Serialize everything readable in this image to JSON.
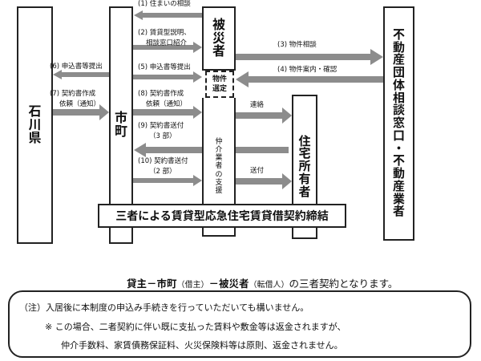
{
  "nodes": {
    "ishikawa": "石川県",
    "shicho": "市町",
    "hisaisha": "被災者",
    "property_selection": [
      "物件",
      "選定"
    ],
    "agent_support": "仲介業者の支援",
    "owner": "住宅所有者",
    "agency": "不動産団体相談窓口・不動産業者"
  },
  "flows": {
    "f1": "(1) 住まいの相談",
    "f2a": "(2) 賃貸型説明、",
    "f2b": "相談窓口紹介",
    "f3": "(3) 物件相談",
    "f4": "(4) 物件案内・確認",
    "f5": "(5) 申込書等提出",
    "f6": "(6) 申込書等提出",
    "f7a": "(7) 契約書作成",
    "f7b": "依頼（通知）",
    "f8a": "(8) 契約書作成",
    "f8b": "依頼（通知）",
    "f9a": "(9) 契約書送付",
    "f9b": "（3 部）",
    "f10a": "(10) 契約書送付",
    "f10b": "（2 部）",
    "contact": "連絡",
    "send": "送付"
  },
  "banner": "三者による賃貸型応急住宅賃貸借契約締結",
  "summary": {
    "landlord": "貸主",
    "dash1": "－",
    "shicho": "市町",
    "shicho_role": "（借主）",
    "dash2": "－",
    "hisaisha": "被災者",
    "hisaisha_role": "（転借人）",
    "tail": "の三者契約となります。"
  },
  "note": {
    "line1": "（注）入居後に本制度の申込み手続きを行っていただいても構いません。",
    "line2": "※ この場合、二者契約に伴い既に支払った賃料や敷金等は返金されますが、",
    "line3": "仲介手数料、家賃債務保証料、火災保険料等は原則、返金されません。"
  },
  "colors": {
    "arrow": "#8c8c8c",
    "border": "#222222",
    "text": "#111111"
  }
}
